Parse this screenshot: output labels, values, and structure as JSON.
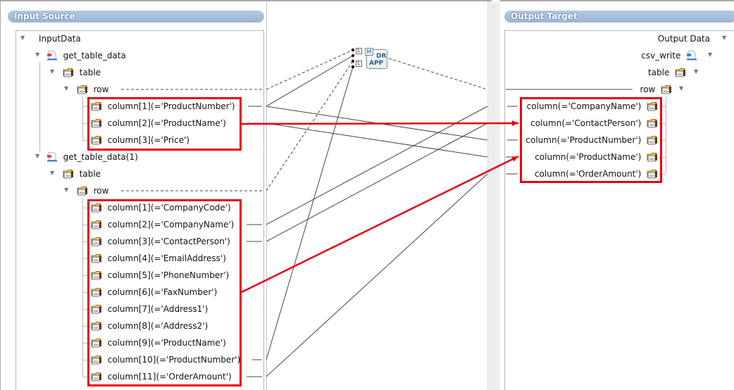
{
  "input_source": {
    "title": "Input Source",
    "root": "InputData",
    "sources": [
      {
        "name": "get_table_data",
        "table": "table",
        "row": "row",
        "columns": [
          "column[1](='ProductNumber')",
          "column[2](='ProductName')",
          "column[3](='Price')"
        ]
      },
      {
        "name": "get_table_data(1)",
        "table": "table",
        "row": "row",
        "columns": [
          "column[1](='CompanyCode')",
          "column[2](='CompanyName')",
          "column[3](='ContactPerson')",
          "column[4](='EmailAddress')",
          "column[5](='PhoneNumber')",
          "column[6](='FaxNumber')",
          "column[7](='Address1')",
          "column[8](='Address2')",
          "column[9](='ProductName')",
          "column[10](='ProductNumber')",
          "column[11](='OrderAmount')"
        ]
      }
    ]
  },
  "mapping_node": {
    "badge": "M",
    "line1": "DR",
    "line2": "APP"
  },
  "output_target": {
    "title": "Output Target",
    "root": "Output Data",
    "target": "csv_write",
    "table": "table",
    "row": "row",
    "columns": [
      "column(='CompanyName')",
      "column(='ContactPerson')",
      "column(='ProductNumber')",
      "column(='ProductName')",
      "column(='OrderAmount')"
    ]
  },
  "icons": {
    "toggle": "triangle-down",
    "source": "document-icon",
    "element": "xml-element-folder-icon"
  },
  "colors": {
    "highlight": "#e60012",
    "header": "#9db6d7",
    "connector": "#444444"
  }
}
